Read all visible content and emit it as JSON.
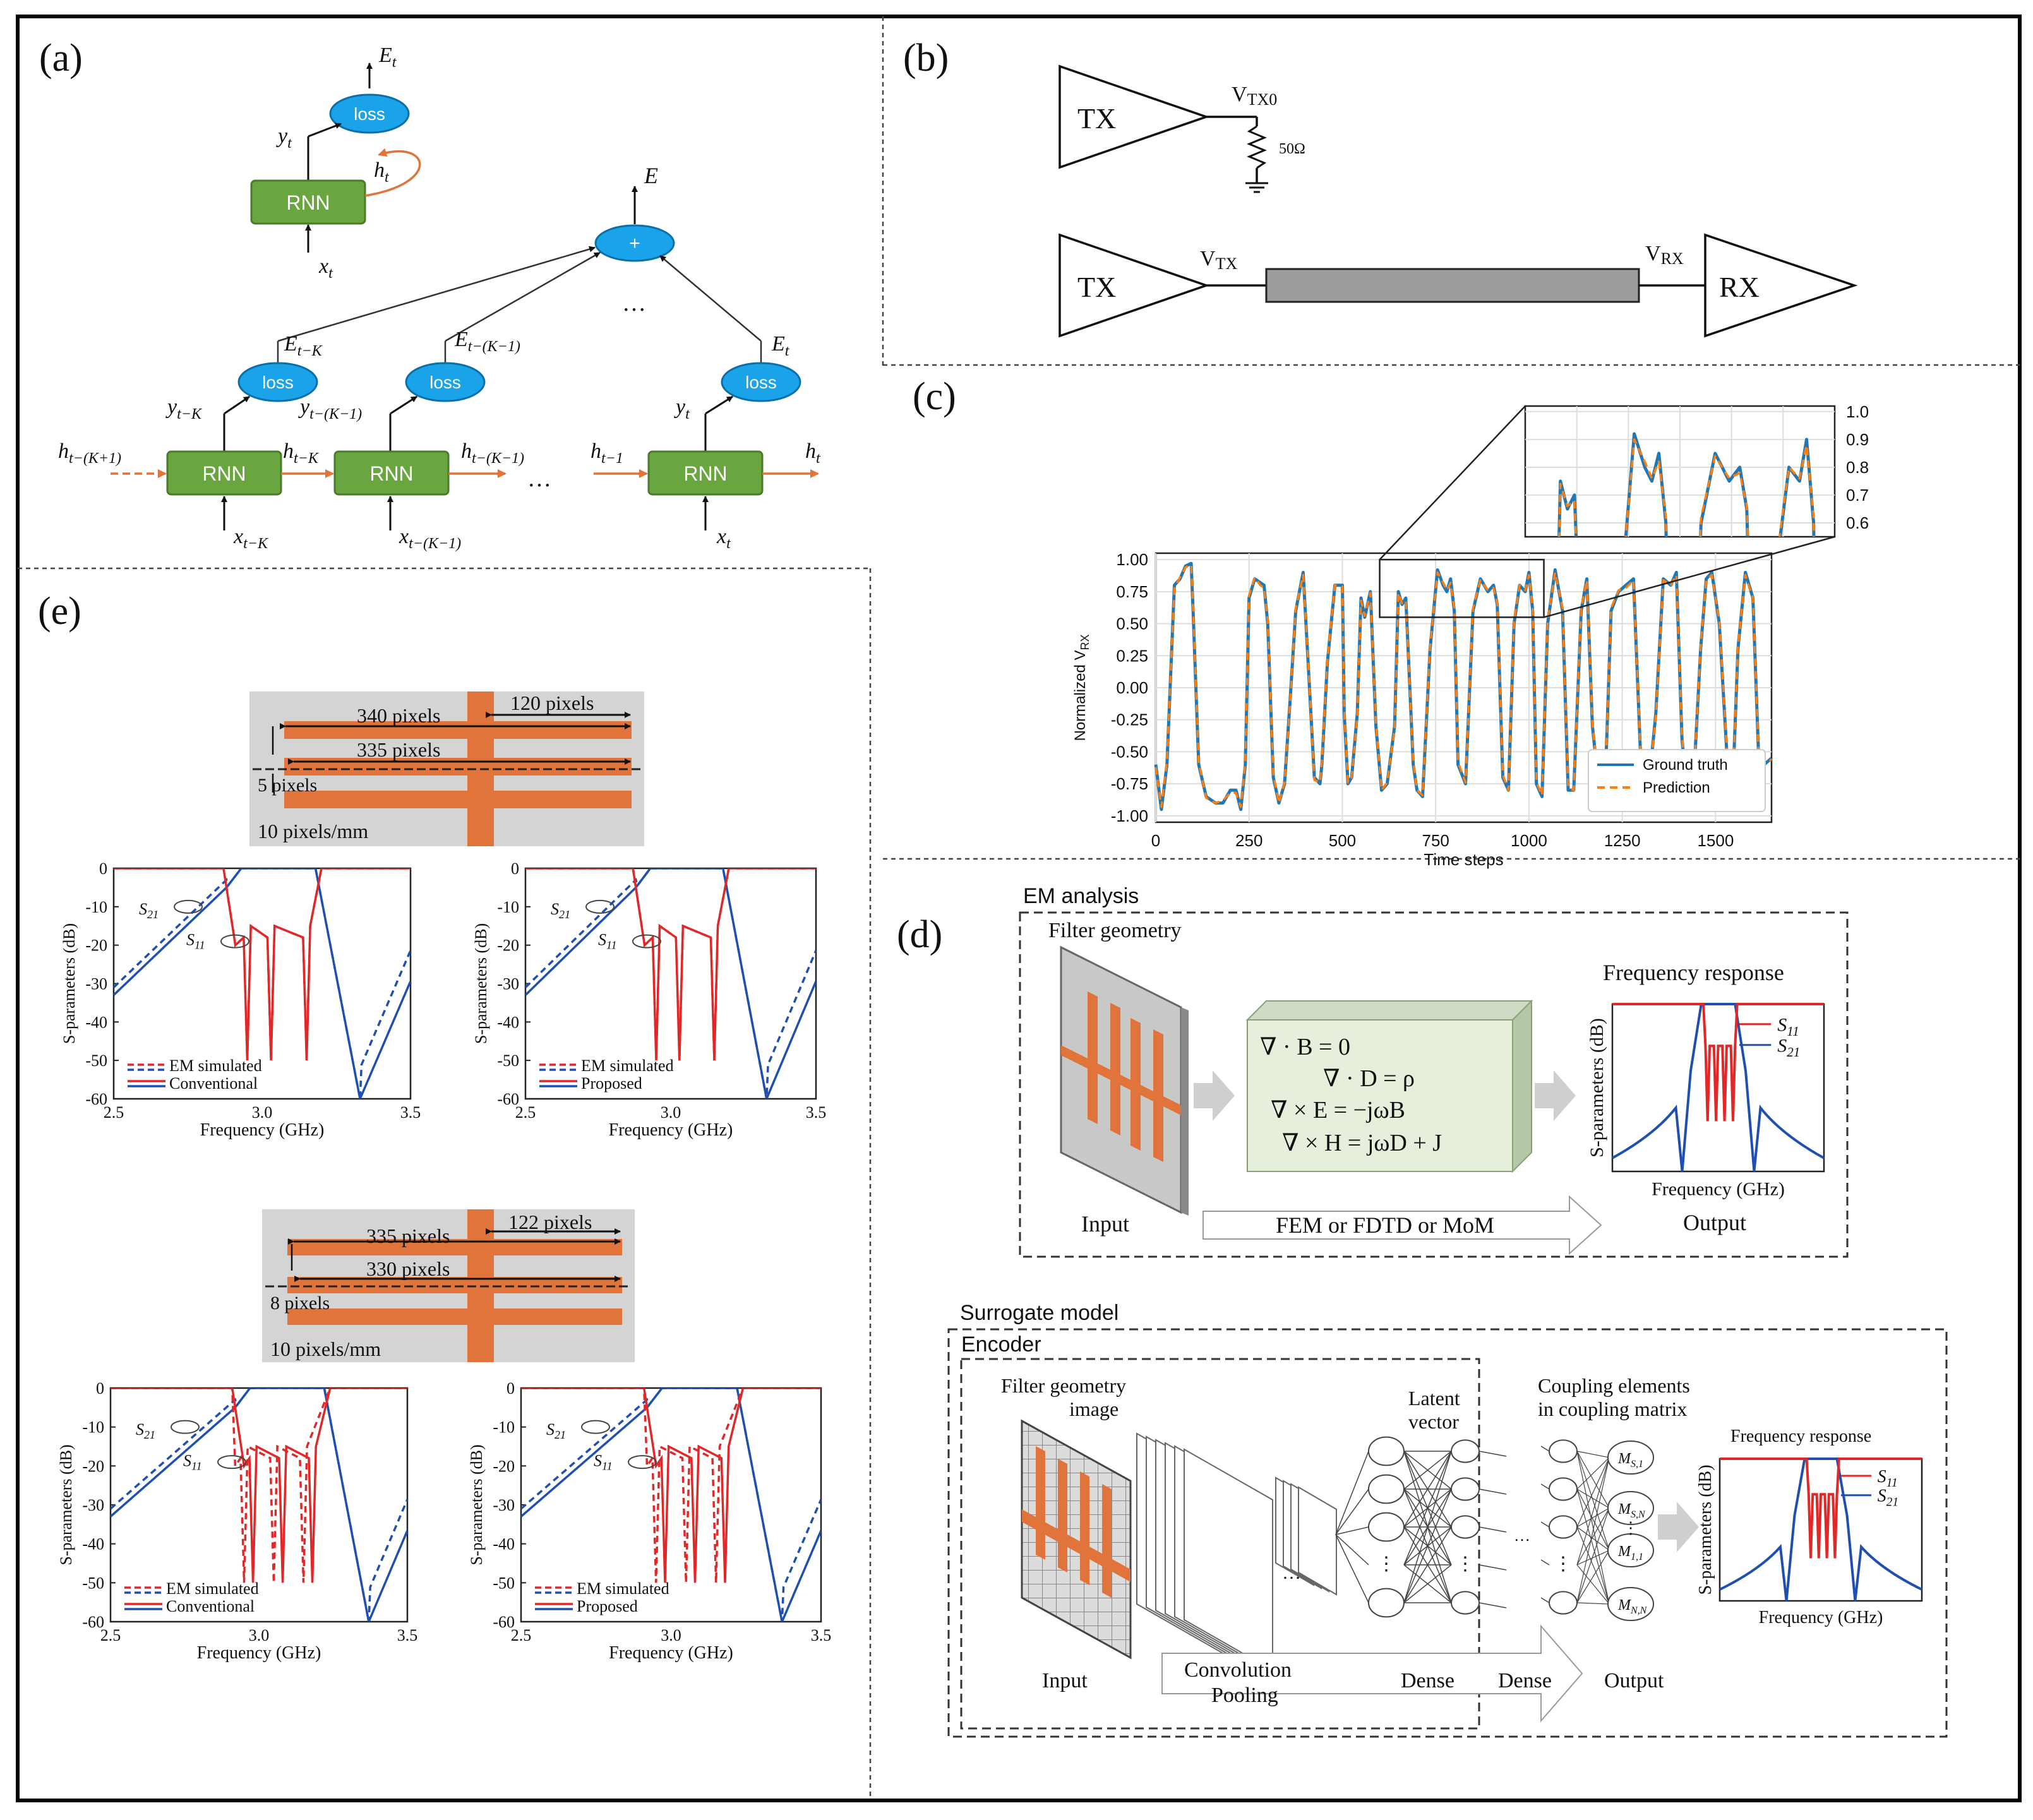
{
  "panels": {
    "a": {
      "label": "(a)",
      "loss": "loss",
      "rnn": "RNN",
      "plus": "+",
      "dots": "…",
      "E_t": "E",
      "E_t_sub": "t",
      "y_t": "y",
      "h_t": "h",
      "x_t": "x",
      "t": "t",
      "E": "E",
      "E_tK": "t−K",
      "E_tK1": "t−(K−1)",
      "h_tK1": "t−(K+1)",
      "h_t1": "t−1"
    },
    "b": {
      "label": "(b)",
      "tx": "TX",
      "rx": "RX",
      "vtx0": "V",
      "vtx0_sub": "TX0",
      "res": "50Ω",
      "vtx": "V",
      "vtx_sub": "TX",
      "vrx": "V",
      "vrx_sub": "RX"
    },
    "c": {
      "label": "(c)",
      "ylabel": "Normalized V",
      "ylabel_sub": "RX",
      "xlabel": "Time steps",
      "legend": [
        "Ground truth",
        "Prediction"
      ]
    },
    "d": {
      "label": "(d)",
      "em_title": "EM analysis",
      "filter_geometry": "Filter geometry",
      "freq_response": "Frequency response",
      "eq": [
        "∇ · B = 0",
        "∇ · D = ρ",
        "∇ × E = −jωB",
        "∇ × H = jωD + J"
      ],
      "input": "Input",
      "output": "Output",
      "method": "FEM or FDTD or MoM",
      "s_label": "S-parameters (dB)",
      "f_label": "Frequency (GHz)",
      "s11": "S",
      "s11_sub": "11",
      "s21": "S",
      "s21_sub": "21",
      "surrogate": "Surrogate model",
      "encoder": "Encoder",
      "fgi1": "Filter geometry",
      "fgi2": "image",
      "latent1": "Latent",
      "latent2": "vector",
      "coupling1": "Coupling elements",
      "coupling2": "in coupling matrix",
      "freq_response_small": "Frequency response",
      "conv": "Convolution",
      "pool": "Pooling",
      "dense": "Dense",
      "m_nodes": [
        "M",
        "M",
        "M",
        "M"
      ],
      "m_subs": [
        "S,1",
        "S,N",
        "1,1",
        "N,N"
      ]
    },
    "e": {
      "label": "(e)",
      "geo1": {
        "a": "340 pixels",
        "b": "120 pixels",
        "c": "335 pixels",
        "d": "5 pixels",
        "scale": "10 pixels/mm"
      },
      "geo2": {
        "a": "335 pixels",
        "b": "122 pixels",
        "c": "330 pixels",
        "d": "8 pixels",
        "scale": "10 pixels/mm"
      },
      "ylabel": "S-parameters (dB)",
      "xlabel": "Frequency (GHz)",
      "yticks": [
        "0",
        "-10",
        "-20",
        "-30",
        "-40",
        "-50",
        "-60"
      ],
      "xticks": [
        "2.5",
        "3.0",
        "3.5"
      ],
      "em_sim": "EM simulated",
      "conventional": "Conventional",
      "proposed": "Proposed",
      "s21": "S",
      "s21_sub": "21",
      "s11": "S",
      "s11_sub": "11"
    }
  },
  "chart_data": {
    "type": "line",
    "xlabel": "Time steps",
    "ylabel": "Normalized V_RX",
    "xlim": [
      0,
      1650
    ],
    "ylim": [
      -1.05,
      1.05
    ],
    "xticks": [
      0,
      250,
      500,
      750,
      1000,
      1250,
      1500
    ],
    "yticks": [
      -1.0,
      -0.75,
      -0.5,
      -0.25,
      0.0,
      0.25,
      0.5,
      0.75,
      1.0
    ],
    "inset_ylim": [
      0.55,
      1.02
    ],
    "inset_yticks": [
      0.6,
      0.7,
      0.8,
      0.9,
      1.0
    ],
    "grid": true,
    "legend_position": "bottom-right",
    "series": [
      {
        "name": "Ground truth",
        "color": "#1f77b4",
        "x": [
          0,
          15,
          30,
          50,
          65,
          80,
          95,
          100,
          115,
          135,
          160,
          180,
          200,
          215,
          228,
          240,
          250,
          265,
          280,
          290,
          300,
          315,
          330,
          345,
          360,
          375,
          395,
          410,
          425,
          440,
          445,
          460,
          480,
          500,
          505,
          515,
          525,
          540,
          550,
          560,
          575,
          590,
          605,
          620,
          640,
          650,
          660,
          670,
          690,
          700,
          715,
          735,
          755,
          770,
          780,
          790,
          800,
          810,
          830,
          850,
          870,
          890,
          905,
          915,
          930,
          945,
          960,
          975,
          990,
          1000,
          1010,
          1020,
          1035,
          1050,
          1070,
          1090,
          1105,
          1120,
          1140,
          1155,
          1170,
          1190,
          1205,
          1220,
          1240,
          1260,
          1280,
          1300,
          1320,
          1340,
          1360,
          1380,
          1395,
          1410,
          1425,
          1440,
          1460,
          1475,
          1490,
          1510,
          1530,
          1545,
          1560,
          1580,
          1600,
          1615,
          1630,
          1650
        ],
        "y": [
          -0.6,
          -0.95,
          -0.6,
          0.8,
          0.85,
          0.95,
          0.97,
          0.6,
          -0.6,
          -0.85,
          -0.9,
          -0.9,
          -0.8,
          -0.8,
          -0.95,
          -0.6,
          0.7,
          0.85,
          0.82,
          0.8,
          0.5,
          -0.7,
          -0.9,
          -0.75,
          -0.1,
          0.6,
          0.9,
          0.1,
          -0.7,
          -0.75,
          -0.6,
          0.2,
          0.8,
          0.8,
          -0.2,
          -0.75,
          -0.7,
          -0.2,
          0.7,
          0.55,
          0.75,
          -0.3,
          -0.8,
          -0.75,
          -0.3,
          0.75,
          0.65,
          0.7,
          -0.6,
          -0.8,
          -0.85,
          0.3,
          0.92,
          0.8,
          0.75,
          0.85,
          0.6,
          -0.6,
          -0.75,
          0.6,
          0.85,
          0.75,
          0.8,
          0.65,
          -0.7,
          -0.8,
          0.5,
          0.8,
          0.75,
          0.9,
          0.6,
          -0.75,
          -0.85,
          0.5,
          0.92,
          0.6,
          -0.8,
          -0.8,
          0.6,
          0.85,
          -0.3,
          -0.85,
          -0.7,
          0.6,
          0.75,
          0.8,
          0.85,
          -0.6,
          -0.8,
          -0.2,
          0.85,
          0.8,
          0.9,
          -0.4,
          -0.85,
          -0.8,
          0.3,
          0.85,
          0.9,
          0.5,
          -0.5,
          -0.85,
          0.3,
          0.9,
          0.7,
          -0.5,
          -0.6,
          -0.55
        ]
      },
      {
        "name": "Prediction",
        "color": "#ff7f0e",
        "x": [
          0,
          15,
          30,
          50,
          65,
          80,
          95,
          100,
          115,
          135,
          160,
          180,
          200,
          215,
          228,
          240,
          250,
          265,
          280,
          290,
          300,
          315,
          330,
          345,
          360,
          375,
          395,
          410,
          425,
          440,
          445,
          460,
          480,
          500,
          505,
          515,
          525,
          540,
          550,
          560,
          575,
          590,
          605,
          620,
          640,
          650,
          660,
          670,
          690,
          700,
          715,
          735,
          755,
          770,
          780,
          790,
          800,
          810,
          830,
          850,
          870,
          890,
          905,
          915,
          930,
          945,
          960,
          975,
          990,
          1000,
          1010,
          1020,
          1035,
          1050,
          1070,
          1090,
          1105,
          1120,
          1140,
          1155,
          1170,
          1190,
          1205,
          1220,
          1240,
          1260,
          1280,
          1300,
          1320,
          1340,
          1360,
          1380,
          1395,
          1410,
          1425,
          1440,
          1460,
          1475,
          1490,
          1510,
          1530,
          1545,
          1560,
          1580,
          1600,
          1615,
          1630,
          1650
        ],
        "y": [
          -0.62,
          -0.93,
          -0.58,
          0.78,
          0.86,
          0.94,
          0.96,
          0.62,
          -0.58,
          -0.86,
          -0.9,
          -0.88,
          -0.82,
          -0.82,
          -0.93,
          -0.58,
          0.72,
          0.86,
          0.8,
          0.78,
          0.52,
          -0.68,
          -0.9,
          -0.74,
          -0.12,
          0.62,
          0.88,
          0.12,
          -0.72,
          -0.74,
          -0.58,
          0.22,
          0.8,
          0.79,
          -0.18,
          -0.74,
          -0.7,
          -0.22,
          0.68,
          0.56,
          0.74,
          -0.28,
          -0.8,
          -0.74,
          -0.32,
          0.74,
          0.66,
          0.68,
          -0.58,
          -0.8,
          -0.84,
          0.32,
          0.9,
          0.82,
          0.76,
          0.82,
          0.62,
          -0.58,
          -0.74,
          0.62,
          0.84,
          0.76,
          0.78,
          0.66,
          -0.68,
          -0.8,
          0.52,
          0.8,
          0.76,
          0.88,
          0.62,
          -0.74,
          -0.84,
          0.52,
          0.9,
          0.62,
          -0.78,
          -0.8,
          0.62,
          0.84,
          -0.28,
          -0.84,
          -0.7,
          0.62,
          0.76,
          0.78,
          0.84,
          -0.58,
          -0.8,
          -0.22,
          0.84,
          0.8,
          0.88,
          -0.38,
          -0.84,
          -0.8,
          0.32,
          0.84,
          0.88,
          0.52,
          -0.48,
          -0.84,
          0.32,
          0.88,
          0.7,
          -0.48,
          -0.6,
          -0.56
        ]
      }
    ]
  }
}
